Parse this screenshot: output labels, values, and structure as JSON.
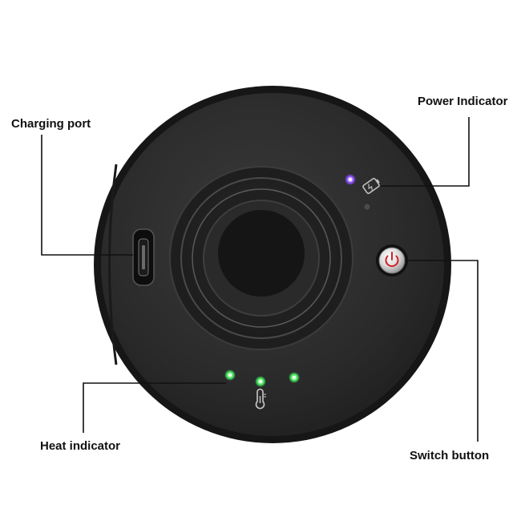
{
  "callouts": {
    "power_indicator": "Power Indicator",
    "charging_port": "Charging port",
    "heat_indicator": "Heat indicator",
    "switch_button": "Switch button"
  },
  "device": {
    "body_color": "#2a2a2b",
    "rim_color": "#161617",
    "power_led_color": "#8a4dff",
    "heat_led_color": "#3fe05a",
    "switch_accent_color": "#d2202a",
    "heat_leds_lit": 3,
    "icons": [
      "charging-port-icon",
      "battery-icon",
      "power-icon",
      "thermometer-icon"
    ]
  }
}
